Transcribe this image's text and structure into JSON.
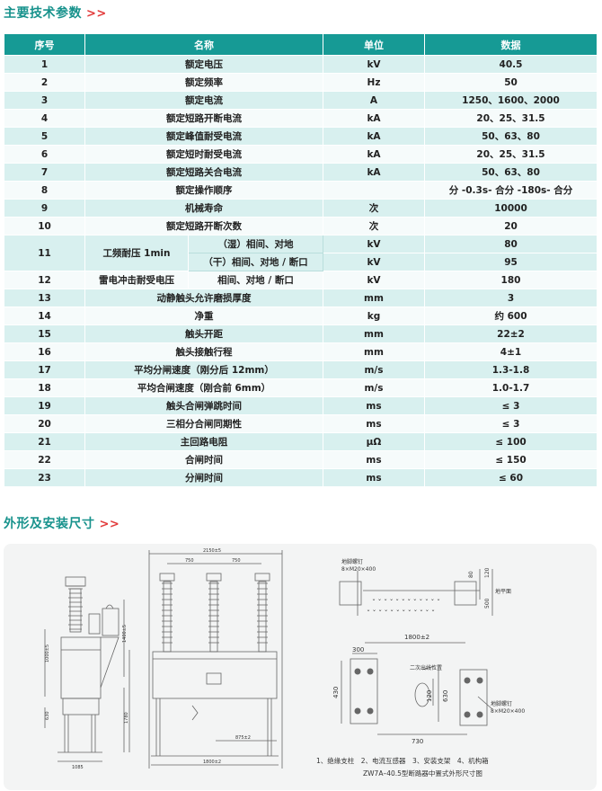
{
  "sections": {
    "tech_title": "主要技术参数",
    "outline_title": "外形及安装尺寸",
    "arrows": ">>"
  },
  "table": {
    "headers": [
      "序号",
      "名称",
      "单位",
      "数据"
    ],
    "rows": [
      {
        "no": "1",
        "name": "额定电压",
        "unit": "kV",
        "value": "40.5"
      },
      {
        "no": "2",
        "name": "额定频率",
        "unit": "Hz",
        "value": "50"
      },
      {
        "no": "3",
        "name": "额定电流",
        "unit": "A",
        "value": "1250、1600、2000"
      },
      {
        "no": "4",
        "name": "额定短路开断电流",
        "unit": "kA",
        "value": "20、25、31.5"
      },
      {
        "no": "5",
        "name": "额定峰值耐受电流",
        "unit": "kA",
        "value": "50、63、80"
      },
      {
        "no": "6",
        "name": "额定短时耐受电流",
        "unit": "kA",
        "value": "20、25、31.5"
      },
      {
        "no": "7",
        "name": "额定短路关合电流",
        "unit": "kA",
        "value": "50、63、80"
      },
      {
        "no": "8",
        "name": "额定操作顺序",
        "unit": "",
        "value": "分 -0.3s- 合分 -180s- 合分"
      },
      {
        "no": "9",
        "name": "机械寿命",
        "unit": "次",
        "value": "10000"
      },
      {
        "no": "10",
        "name": "额定短路开断次数",
        "unit": "次",
        "value": "20"
      }
    ],
    "row11": {
      "no": "11",
      "name": "工频耐压 1min",
      "sub1": "（湿）相间、对地",
      "unit1": "kV",
      "value1": "80",
      "sub2": "（干）相间、对地 / 断口",
      "unit2": "kV",
      "value2": "95"
    },
    "row12": {
      "no": "12",
      "name": "雷电冲击耐受电压",
      "sub": "相间、对地 / 断口",
      "unit": "kV",
      "value": "180"
    },
    "rows2": [
      {
        "no": "13",
        "name": "动静触头允许磨损厚度",
        "unit": "mm",
        "value": "3"
      },
      {
        "no": "14",
        "name": "净重",
        "unit": "kg",
        "value": "约 600"
      },
      {
        "no": "15",
        "name": "触头开距",
        "unit": "mm",
        "value": "22±2"
      },
      {
        "no": "16",
        "name": "触头接触行程",
        "unit": "mm",
        "value": "4±1"
      },
      {
        "no": "17",
        "name": "平均分闸速度（刚分后 12mm）",
        "unit": "m/s",
        "value": "1.3-1.8"
      },
      {
        "no": "18",
        "name": "平均合闸速度（刚合前 6mm）",
        "unit": "m/s",
        "value": "1.0-1.7"
      },
      {
        "no": "19",
        "name": "触头合闸弹跳时间",
        "unit": "ms",
        "value": "≤ 3"
      },
      {
        "no": "20",
        "name": "三相分合闸同期性",
        "unit": "ms",
        "value": "≤ 3"
      },
      {
        "no": "21",
        "name": "主回路电阻",
        "unit": "μΩ",
        "value": "≤ 100"
      },
      {
        "no": "22",
        "name": "合闸时间",
        "unit": "ms",
        "value": "≤ 150"
      },
      {
        "no": "23",
        "name": "分闸时间",
        "unit": "ms",
        "value": "≤ 60"
      }
    ]
  },
  "drawing": {
    "dim_2150": "2150±5",
    "dim_750a": "750",
    "dim_750b": "750",
    "dim_1400": "1400±5",
    "dim_1800": "1800±2",
    "dim_875": "875±2",
    "dim_1085": "1085",
    "dim_1780": "1780",
    "dim_1800b": "1800±2",
    "dim_630": "630",
    "dim_1000": "1000±5",
    "anchor_label": "地脚螺钉",
    "anchor_spec": "8×M20×400",
    "ground_label": "地平面",
    "dim_80": "80",
    "dim_120": "120",
    "dim_500": "500",
    "dim_1800c": "1800±2",
    "dim_300": "300",
    "dim_430": "430",
    "dim_120b": "120",
    "dim_630b": "630",
    "dim_730": "730",
    "secondary_label": "二次出线位置",
    "anchor_label2": "地脚螺钉",
    "anchor_spec2": "8×M20×400",
    "legend": "1、绝缘支柱　2、电流互感器　3、安装支架　4、机构箱",
    "caption": "ZW7A–40.5型断路器中置式外形尺寸图"
  }
}
